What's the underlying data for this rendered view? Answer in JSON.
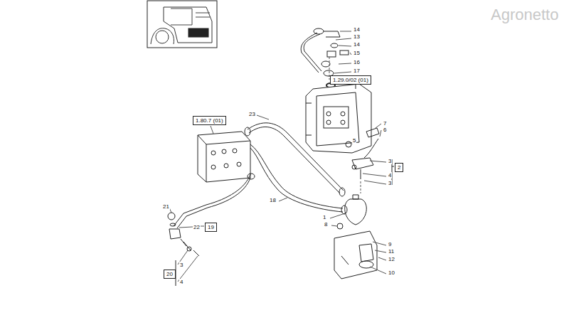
{
  "diagram": {
    "nodes": [
      {
        "text": [
          "1.29.0/02 (01)"
        ]
      },
      {
        "text": [
          "1.80.7 (01)"
        ]
      },
      {
        "text": [
          "2"
        ]
      },
      {
        "text": [
          "19"
        ]
      },
      {
        "text": [
          "20"
        ]
      }
    ],
    "labels": [
      "Agronetto",
      "14",
      "13",
      "14",
      "15",
      "16",
      "17",
      "23",
      "7",
      "6",
      "5",
      "3",
      "4",
      "3",
      "18",
      "21",
      "1",
      "8",
      "22",
      "9",
      "11",
      "12",
      "3",
      "10",
      "4"
    ]
  }
}
